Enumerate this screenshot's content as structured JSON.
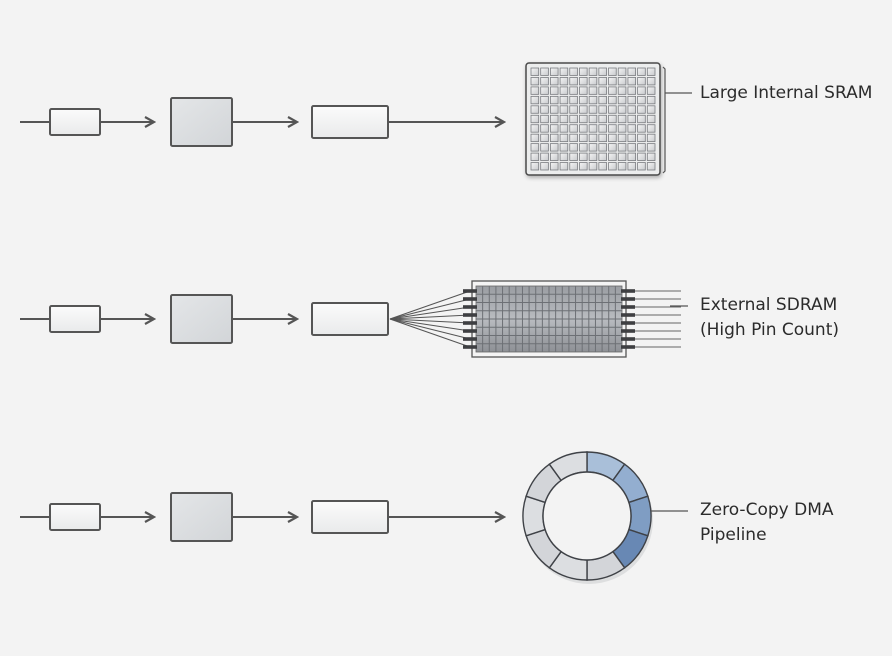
{
  "title": "Memory architecture options for a processing pipeline",
  "colors": {
    "background": "#f3f3f3",
    "stroke": "#555555",
    "box_fill_light": "#f7f7f7",
    "box_fill_mid": "#d9dcdf",
    "ring_gray": "#d6d8dc",
    "ring_blue": "#8ea9c8",
    "ring_blue_dark": "#5f80aa",
    "text": "#2b2b2b"
  },
  "rows": [
    {
      "id": "sram",
      "label_lines": [
        "Large Internal SRAM"
      ],
      "memory_type": "grid-block",
      "grid": {
        "columns": 13,
        "rows": 11
      }
    },
    {
      "id": "sdram",
      "label_lines": [
        "External SDRAM",
        "(High Pin Count)"
      ],
      "memory_type": "pinned-chip",
      "pins_per_side": 8,
      "grid": {
        "columns": 22,
        "rows": 8
      }
    },
    {
      "id": "dma",
      "label_lines": [
        "Zero-Copy DMA",
        "Pipeline"
      ],
      "memory_type": "ring-buffer",
      "ring": {
        "segments": 10,
        "highlighted_segments": 4
      }
    }
  ]
}
